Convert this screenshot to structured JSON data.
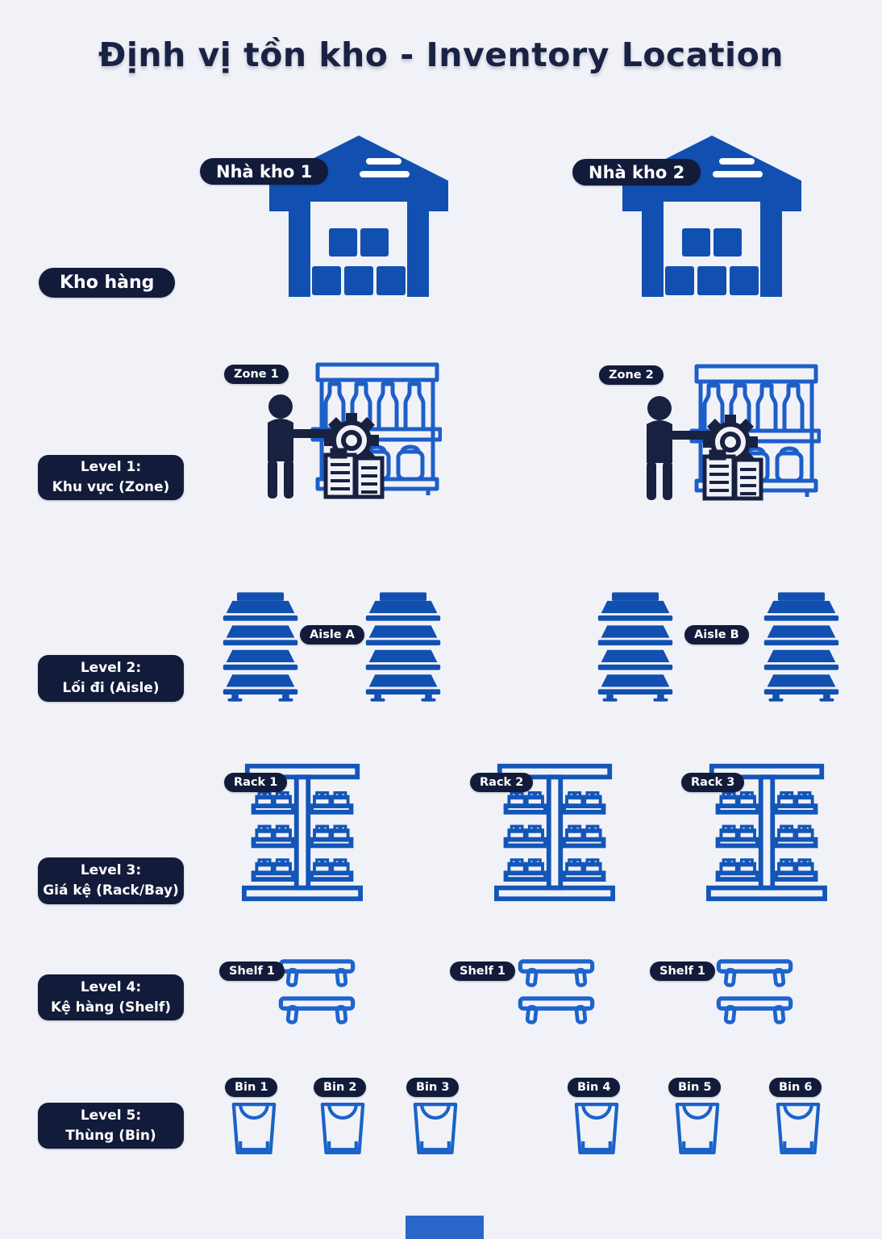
{
  "title": "Định vị tồn kho - Inventory Location",
  "colors": {
    "background": "#f1f2f8",
    "icon_fill_blue": "#1150b0",
    "icon_outline_blue": "#1d5ec9",
    "label_navy": "#131b3a",
    "label_text": "#ffffff",
    "title_navy": "#1a2244"
  },
  "warehouse_row": {
    "row_label": "Kho hàng",
    "warehouses": [
      {
        "label": "Nhà kho 1"
      },
      {
        "label": "Nhà kho 2"
      }
    ]
  },
  "levels": [
    {
      "line1": "Level 1:",
      "line2": "Khu vực (Zone)",
      "items": [
        "Zone 1",
        "Zone 2"
      ]
    },
    {
      "line1": "Level 2:",
      "line2": "Lối đi (Aisle)",
      "items": [
        "Aisle A",
        "Aisle B"
      ]
    },
    {
      "line1": "Level 3:",
      "line2": "Giá kệ (Rack/Bay)",
      "items": [
        "Rack 1",
        "Rack 2",
        "Rack 3"
      ]
    },
    {
      "line1": "Level 4:",
      "line2": "Kệ hàng (Shelf)",
      "items": [
        "Shelf 1",
        "Shelf 1",
        "Shelf 1"
      ]
    },
    {
      "line1": "Level 5:",
      "line2": "Thùng (Bin)",
      "items": [
        "Bin 1",
        "Bin 2",
        "Bin 3",
        "Bin 4",
        "Bin 5",
        "Bin 6"
      ]
    }
  ]
}
